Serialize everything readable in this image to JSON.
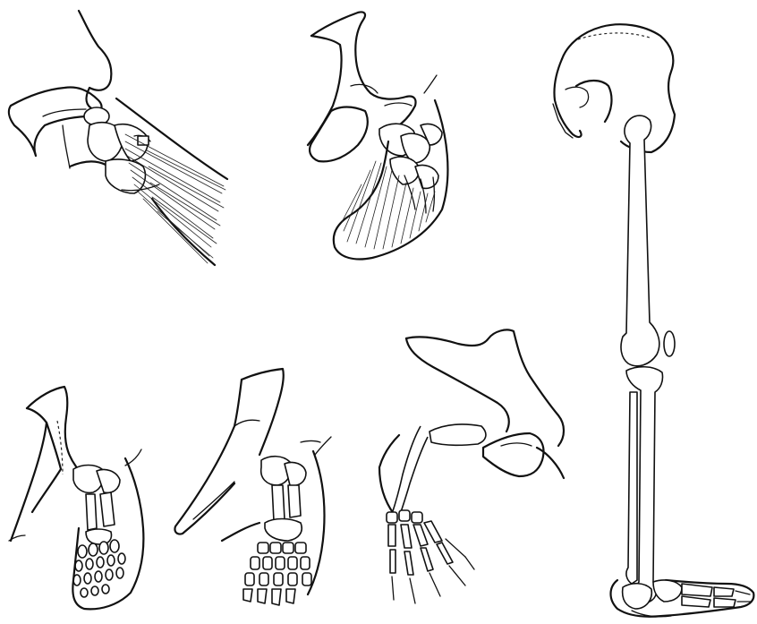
{
  "figure": {
    "panels": [
      {
        "id": "fin-fringed"
      },
      {
        "id": "fin-lobed"
      },
      {
        "id": "limb-early-a"
      },
      {
        "id": "limb-early-b"
      },
      {
        "id": "limb-reptile"
      },
      {
        "id": "human-leg"
      }
    ]
  }
}
